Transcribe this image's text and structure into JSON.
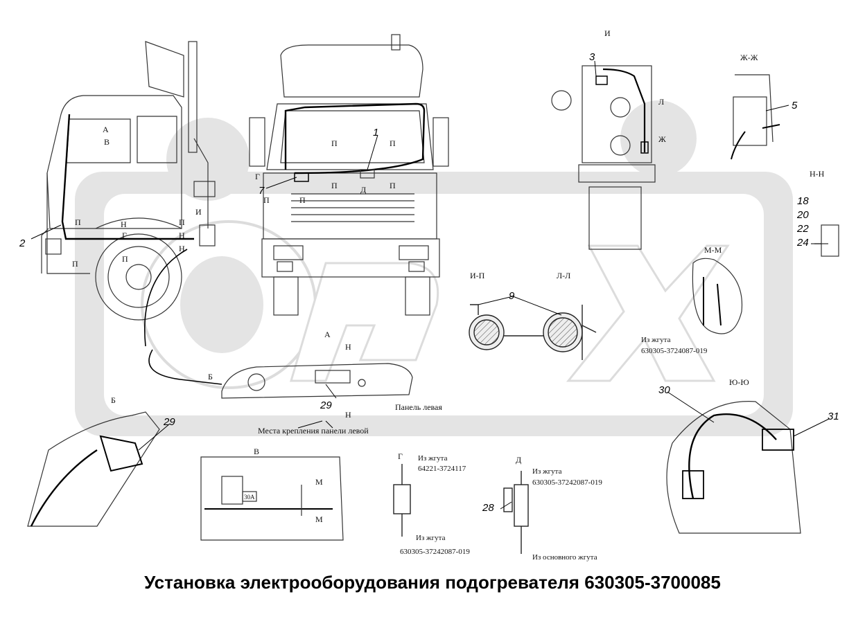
{
  "title": "Установка электрооборудования подогревателя 630305-3700085",
  "watermark": {
    "text": "OPEX",
    "color": "#d9d9d9"
  },
  "callouts": [
    "1",
    "2",
    "3",
    "5",
    "7",
    "9",
    "18",
    "20",
    "22",
    "24",
    "28",
    "29",
    "29",
    "30",
    "31"
  ],
  "view_labels": {
    "a_front": "А",
    "b_front": "В",
    "i_top": "И",
    "zh_zh": "Ж-Ж",
    "n_n": "Н-Н",
    "m_m": "М-М",
    "i_p": "И-П",
    "l_l": "Л-Л",
    "a_panel": "А",
    "b_panel": "Б",
    "b_detail": "Б",
    "v_detail": "В",
    "g_detail": "Г",
    "d_detail": "Д",
    "yu_yu": "Ю-Ю"
  },
  "section_marks": {
    "p": "П",
    "n": "Н",
    "i": "И",
    "g": "Г",
    "d": "Д",
    "l": "Л",
    "zh": "Ж",
    "m": "М"
  },
  "captions": {
    "panel_left": "Панель левая",
    "panel_mount": "Места крепления панели левой",
    "mm_from_harness": "Из жгута",
    "mm_harness_no": "630305-3724087-019",
    "g_from_harness": "Из жгута",
    "g_harness_no": "64221-3724117",
    "g_from_harness_2": "Из жгута",
    "g_harness_no_2": "630305-37242087-019",
    "d_from_harness": "Из жгута",
    "d_harness_no": "630305-37242087-019",
    "d_main": "Из основного жгута",
    "fuse": "30А"
  }
}
